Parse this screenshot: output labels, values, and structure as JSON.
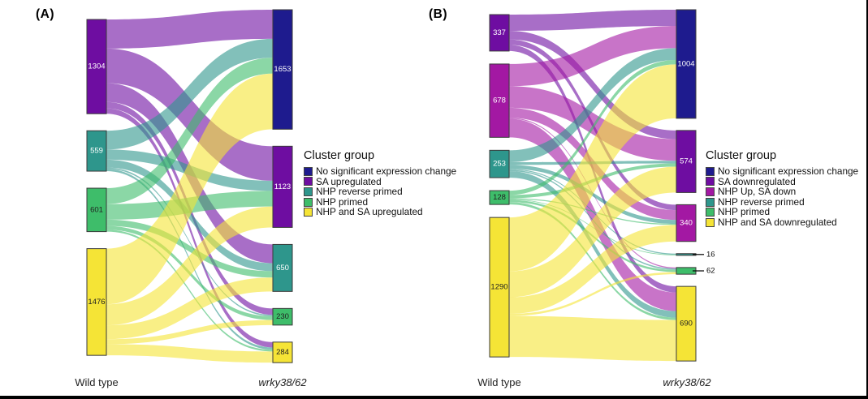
{
  "chart_data": [
    {
      "type": "sankey",
      "panel_label": "(A)",
      "left_axis_label": "Wild type",
      "right_axis_label": "wrky38/62",
      "legend_title": "Cluster group",
      "clusters": [
        {
          "name": "No significant expression change",
          "color": "#1e1b8e"
        },
        {
          "name": "SA upregulated",
          "color": "#6e0da1"
        },
        {
          "name": "NHP reverse primed",
          "color": "#2e968c"
        },
        {
          "name": "NHP primed",
          "color": "#3ebd6a"
        },
        {
          "name": "NHP and SA upregulated",
          "color": "#f5e436"
        }
      ],
      "left_nodes": [
        {
          "value": 1304,
          "cluster": 1,
          "label_color": "#ffffff"
        },
        {
          "value": 559,
          "cluster": 2,
          "label_color": "#ffffff"
        },
        {
          "value": 601,
          "cluster": 3,
          "label_color": "#222222"
        },
        {
          "value": 1476,
          "cluster": 4,
          "label_color": "#222222"
        }
      ],
      "right_nodes": [
        {
          "value": 1653,
          "cluster": 0,
          "label_color": "#ffffff"
        },
        {
          "value": 1123,
          "cluster": 1,
          "label_color": "#ffffff"
        },
        {
          "value": 650,
          "cluster": 2,
          "label_color": "#ffffff"
        },
        {
          "value": 230,
          "cluster": 3,
          "label_color": "#222222"
        },
        {
          "value": 284,
          "cluster": 4,
          "label_color": "#222222"
        }
      ],
      "flows": [
        [
          403,
          478,
          260,
          89,
          74
        ],
        [
          260,
          140,
          110,
          19,
          30
        ],
        [
          220,
          215,
          88,
          52,
          26
        ],
        [
          770,
          290,
          192,
          70,
          154
        ]
      ]
    },
    {
      "type": "sankey",
      "panel_label": "(B)",
      "left_axis_label": "Wild type",
      "right_axis_label": "wrky38/62",
      "legend_title": "Cluster group",
      "clusters": [
        {
          "name": "No significant expression change",
          "color": "#1e1b8e"
        },
        {
          "name": "SA downregulated",
          "color": "#6e0da1"
        },
        {
          "name": "NHP Up, SA down",
          "color": "#a318a3"
        },
        {
          "name": "NHP reverse primed",
          "color": "#2e968c"
        },
        {
          "name": "NHP primed",
          "color": "#3ebd6a"
        },
        {
          "name": "NHP and SA downregulated",
          "color": "#f5e436"
        }
      ],
      "left_nodes": [
        {
          "value": 337,
          "cluster": 1,
          "label_color": "#ffffff"
        },
        {
          "value": 678,
          "cluster": 2,
          "label_color": "#ffffff"
        },
        {
          "value": 253,
          "cluster": 3,
          "label_color": "#ffffff"
        },
        {
          "value": 128,
          "cluster": 4,
          "label_color": "#222222"
        },
        {
          "value": 1290,
          "cluster": 5,
          "label_color": "#222222"
        }
      ],
      "right_nodes": [
        {
          "value": 1004,
          "cluster": 0,
          "label_color": "#ffffff"
        },
        {
          "value": 574,
          "cluster": 1,
          "label_color": "#ffffff"
        },
        {
          "value": 340,
          "cluster": 2,
          "label_color": "#ffffff"
        },
        {
          "value": 16,
          "cluster": 3,
          "label_outside": true
        },
        {
          "value": 62,
          "cluster": 4,
          "label_outside": true
        },
        {
          "value": 690,
          "cluster": 5,
          "label_color": "#222222"
        }
      ],
      "flows": [
        [
          150,
          80,
          50,
          0,
          0,
          57
        ],
        [
          205,
          200,
          91,
          0,
          10,
          172
        ],
        [
          110,
          25,
          36,
          10,
          12,
          60
        ],
        [
          40,
          30,
          10,
          6,
          20,
          22
        ],
        [
          499,
          239,
          153,
          0,
          20,
          379
        ]
      ]
    }
  ]
}
